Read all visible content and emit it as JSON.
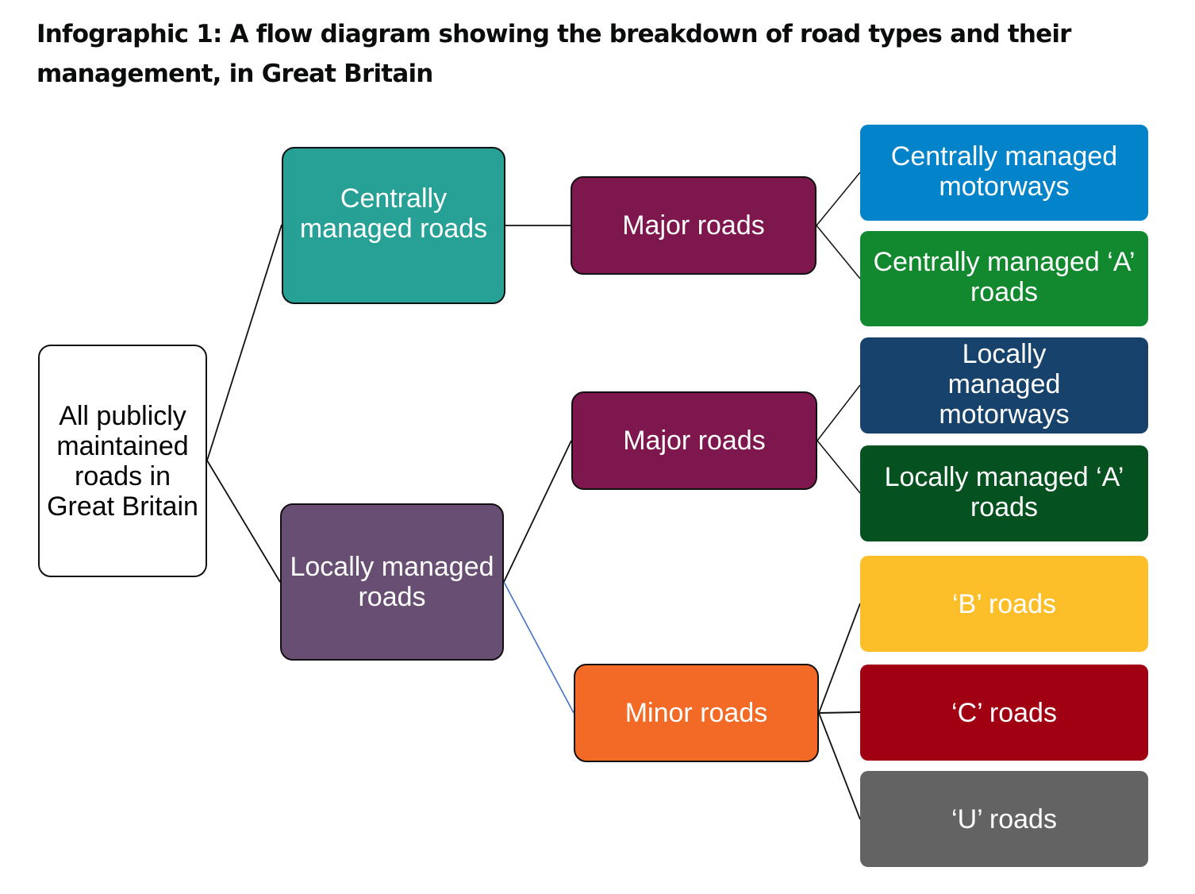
{
  "title": "Infographic 1: A flow diagram showing the breakdown of road types and their management, in Great Britain",
  "nodes": {
    "root": {
      "label": "All publicly maintained roads in Great Britain",
      "color": "#ffffff",
      "text_color": "#000000"
    },
    "central": {
      "label": "Centrally managed roads",
      "color": "#27A196"
    },
    "local": {
      "label": "Locally managed roads",
      "color": "#674E72"
    },
    "central_major": {
      "label": "Major roads",
      "color": "#7E174D"
    },
    "local_major": {
      "label": "Major roads",
      "color": "#7E174D"
    },
    "local_minor": {
      "label": "Minor roads",
      "color": "#F26A26"
    },
    "central_motorways": {
      "label": "Centrally managed motorways",
      "color": "#0283CA"
    },
    "central_a_roads": {
      "label": "Centrally managed ‘A’ roads",
      "color": "#12892F"
    },
    "local_motorways": {
      "label": "Locally managed motorways",
      "color": "#16426C"
    },
    "local_a_roads": {
      "label": "Locally managed ‘A’ roads",
      "color": "#055220"
    },
    "b_roads": {
      "label": "‘B’ roads",
      "color": "#FDBF29"
    },
    "c_roads": {
      "label": "‘C’ roads",
      "color": "#A00012"
    },
    "u_roads": {
      "label": "‘U’ roads",
      "color": "#636363"
    }
  },
  "edges": [
    {
      "from": "root",
      "to": "central"
    },
    {
      "from": "root",
      "to": "local"
    },
    {
      "from": "central",
      "to": "central_major"
    },
    {
      "from": "local",
      "to": "local_major"
    },
    {
      "from": "local",
      "to": "local_minor"
    },
    {
      "from": "central_major",
      "to": "central_motorways"
    },
    {
      "from": "central_major",
      "to": "central_a_roads"
    },
    {
      "from": "local_major",
      "to": "local_motorways"
    },
    {
      "from": "local_major",
      "to": "local_a_roads"
    },
    {
      "from": "local_minor",
      "to": "b_roads"
    },
    {
      "from": "local_minor",
      "to": "c_roads"
    },
    {
      "from": "local_minor",
      "to": "u_roads"
    }
  ]
}
